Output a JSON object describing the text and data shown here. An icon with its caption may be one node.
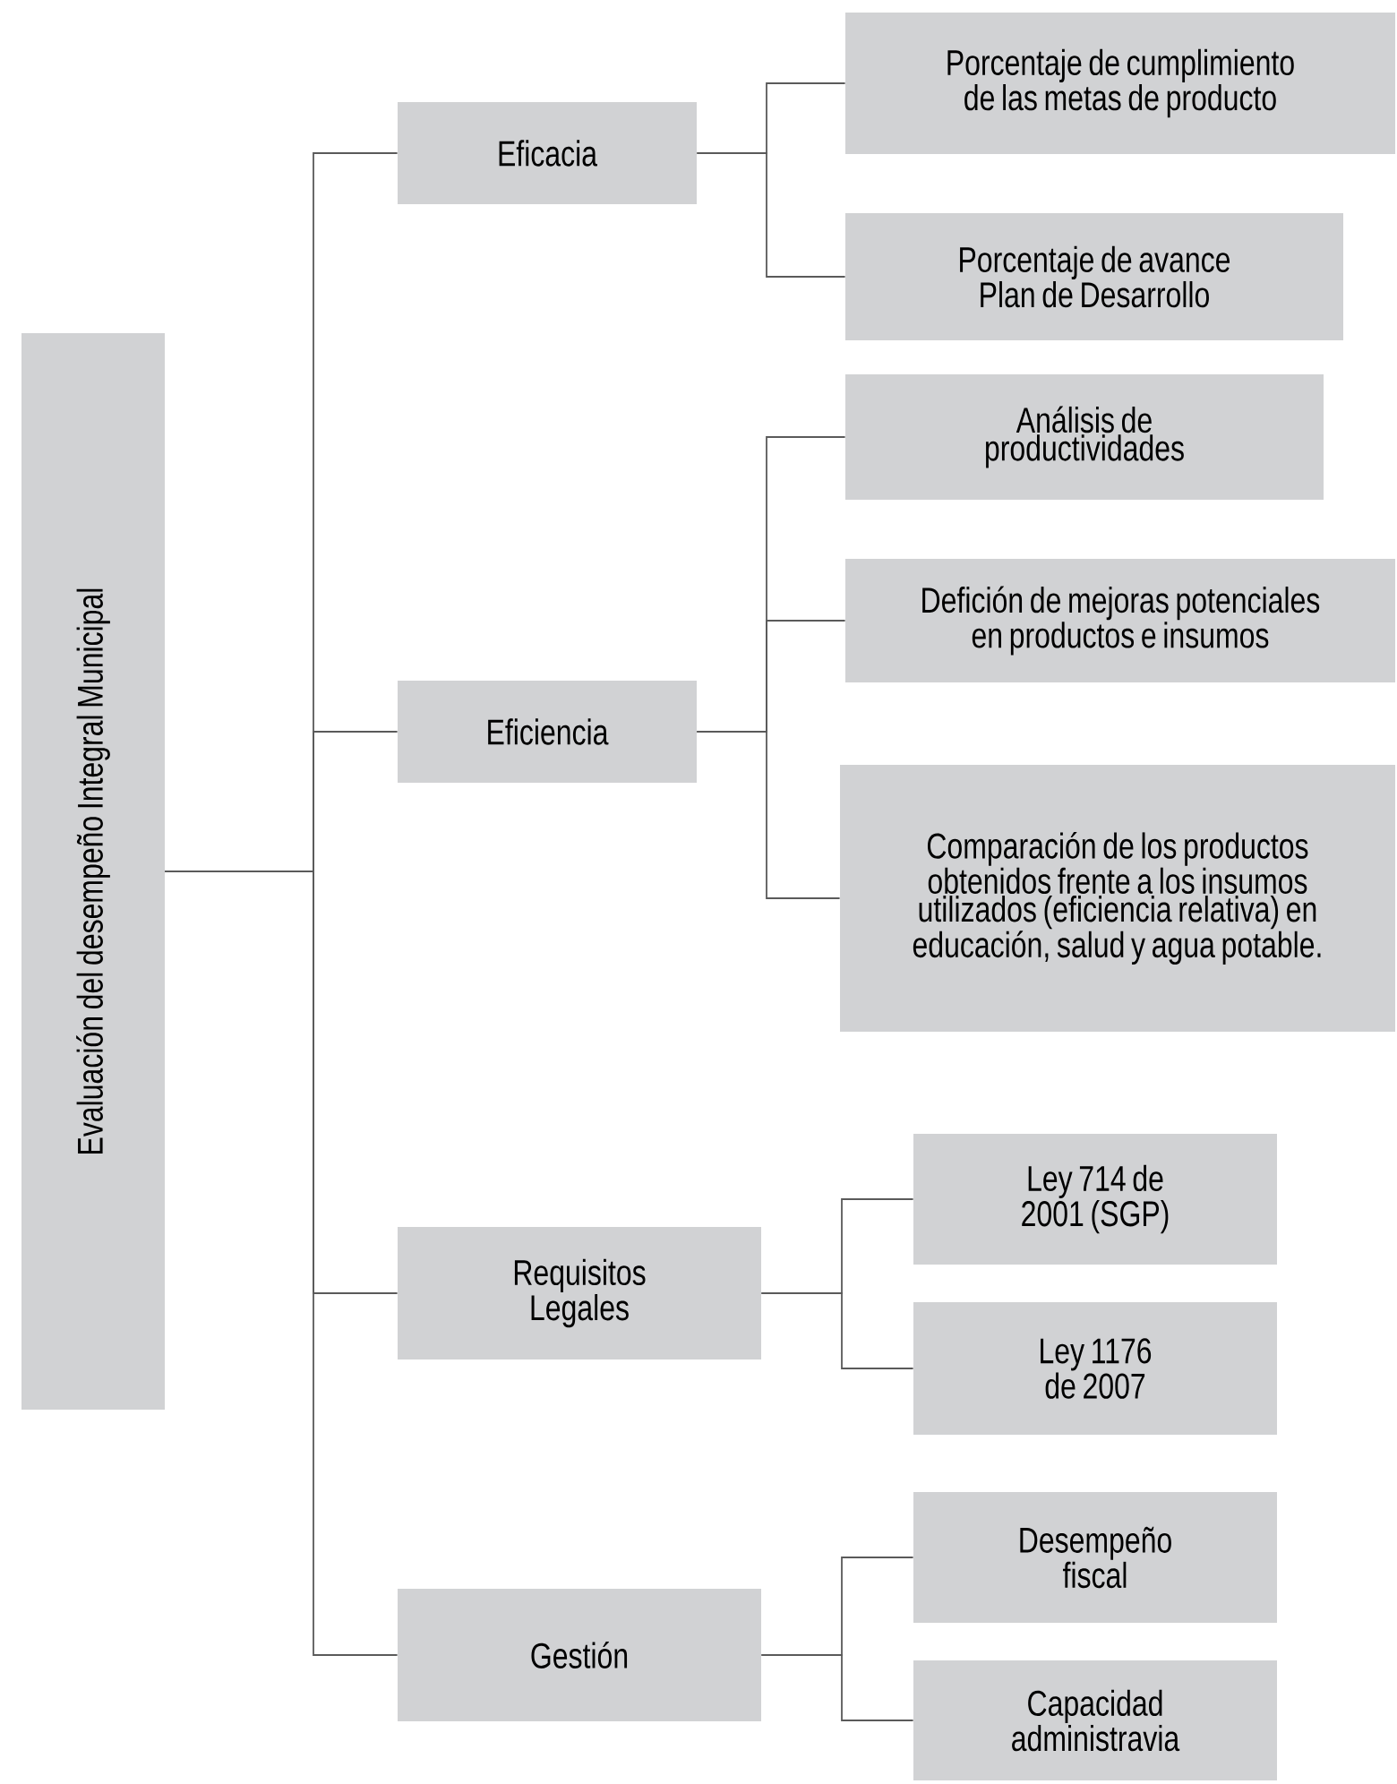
{
  "diagram": {
    "nodes": [
      {
        "text": [
          "Evaluación del desempeño Integral Municipal"
        ]
      },
      {
        "text": [
          "Eficacia"
        ]
      },
      {
        "text": [
          "Porcentaje de cumplimiento de las metas de producto"
        ]
      },
      {
        "text": [
          "Porcentaje de avance Plan de Desarrollo"
        ]
      },
      {
        "text": [
          "Eficiencia"
        ]
      },
      {
        "text": [
          "Análisis de productividades"
        ]
      },
      {
        "text": [
          "Defición de mejoras potenciales en productos e insumos"
        ]
      },
      {
        "text": [
          "Comparación de los productos obtenidos frente a los insumos utilizados (eficiencia relativa) en educación, salud y agua potable."
        ]
      },
      {
        "text": [
          "Requisitos Legales"
        ]
      },
      {
        "text": [
          "Ley 714 de 2001 (SGP)"
        ]
      },
      {
        "text": [
          "Ley 1176 de 2007"
        ]
      },
      {
        "text": [
          "Gestión"
        ]
      },
      {
        "text": [
          "Desempeño fiscal"
        ]
      },
      {
        "text": [
          "Capacidad administravia"
        ]
      }
    ],
    "edges": [
      {
        "from": 0,
        "to": 1,
        "arrow": "none"
      },
      {
        "from": 0,
        "to": 4,
        "arrow": "none"
      },
      {
        "from": 0,
        "to": 8,
        "arrow": "none"
      },
      {
        "from": 0,
        "to": 11,
        "arrow": "none"
      },
      {
        "from": 1,
        "to": 2,
        "arrow": "none"
      },
      {
        "from": 1,
        "to": 3,
        "arrow": "none"
      },
      {
        "from": 4,
        "to": 5,
        "arrow": "none"
      },
      {
        "from": 4,
        "to": 6,
        "arrow": "none"
      },
      {
        "from": 4,
        "to": 7,
        "arrow": "none"
      },
      {
        "from": 8,
        "to": 9,
        "arrow": "none"
      },
      {
        "from": 8,
        "to": 10,
        "arrow": "none"
      },
      {
        "from": 11,
        "to": 12,
        "arrow": "none"
      },
      {
        "from": 11,
        "to": 13,
        "arrow": "none"
      }
    ]
  }
}
